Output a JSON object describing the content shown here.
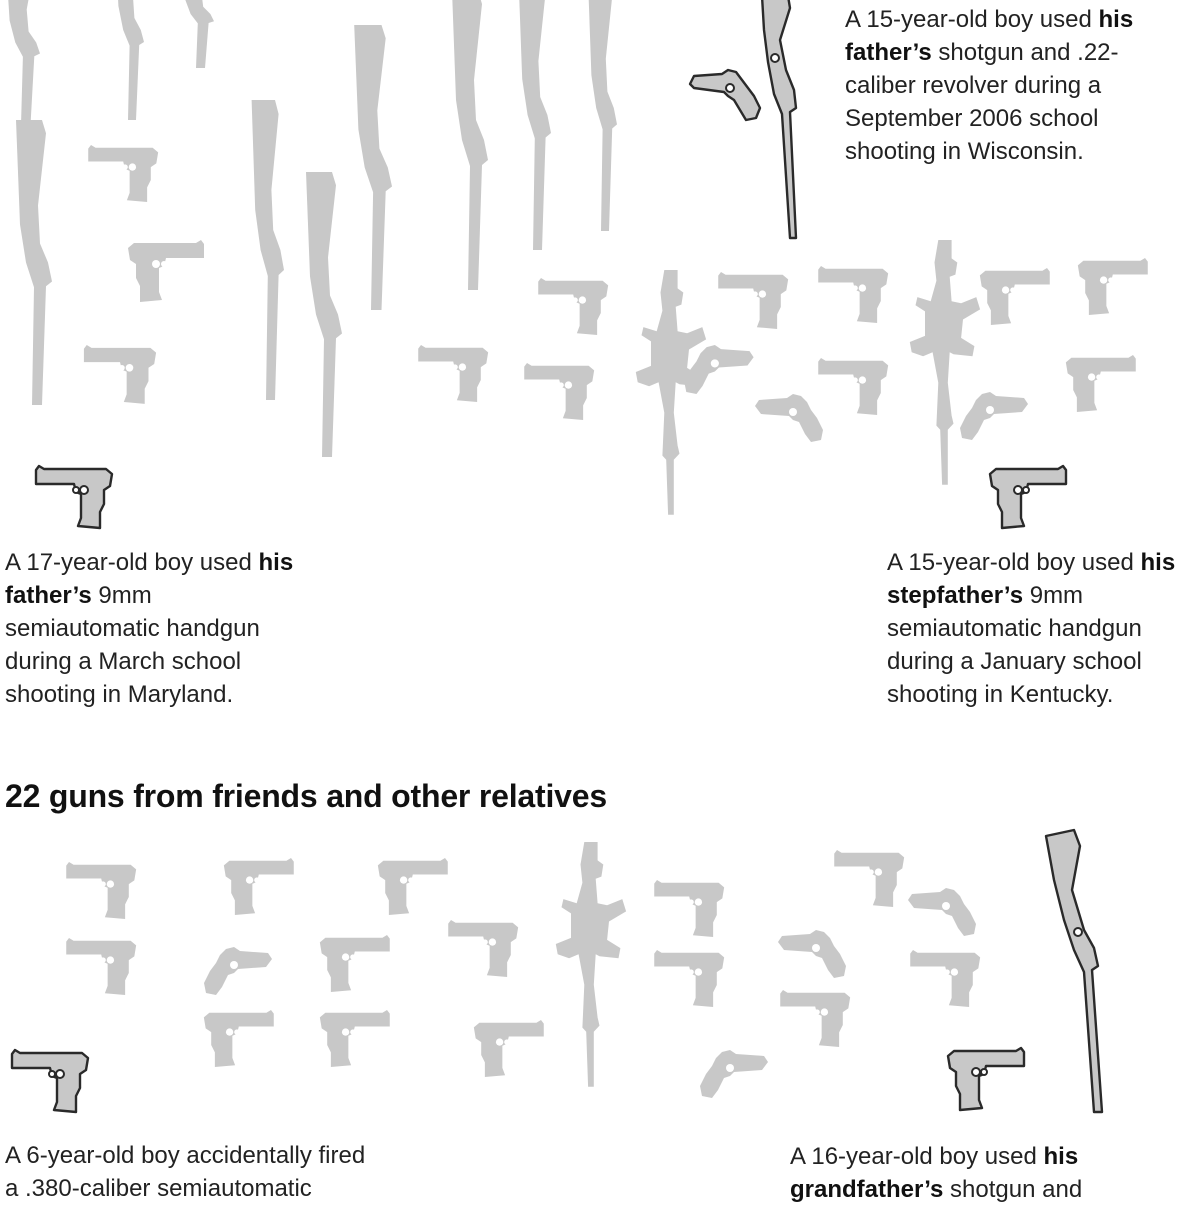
{
  "captions": {
    "wisconsin": {
      "pre": "A 15-year-old boy used ",
      "bold": "his father’s",
      "post": " shotgun and .22-caliber revolver during a September 2006 school shooting in Wisconsin."
    },
    "maryland": {
      "pre": "A 17-year-old boy used ",
      "bold": "his father’s",
      "post": " 9mm semiautomatic handgun during a March school shooting in Maryland."
    },
    "kentucky": {
      "pre": "A 15-year-old boy used ",
      "bold": "his stepfather’s",
      "post": " 9mm semiautomatic handgun during a January school shooting in Kentucky."
    },
    "six_year_old": {
      "line1": "A 6-year-old boy accidentally fired",
      "line2": "a .380-caliber semiautomatic"
    },
    "sixteen_year_old": {
      "pre": "A 16-year-old boy used ",
      "bold1": "his",
      "bold2": "grandfather’s",
      "post": " shotgun and"
    }
  },
  "section_heading": "22 guns from friends and other relatives",
  "colors": {
    "gun_fill": "#c8c8c8",
    "outline": "#2a2a2a",
    "text": "#222222"
  }
}
